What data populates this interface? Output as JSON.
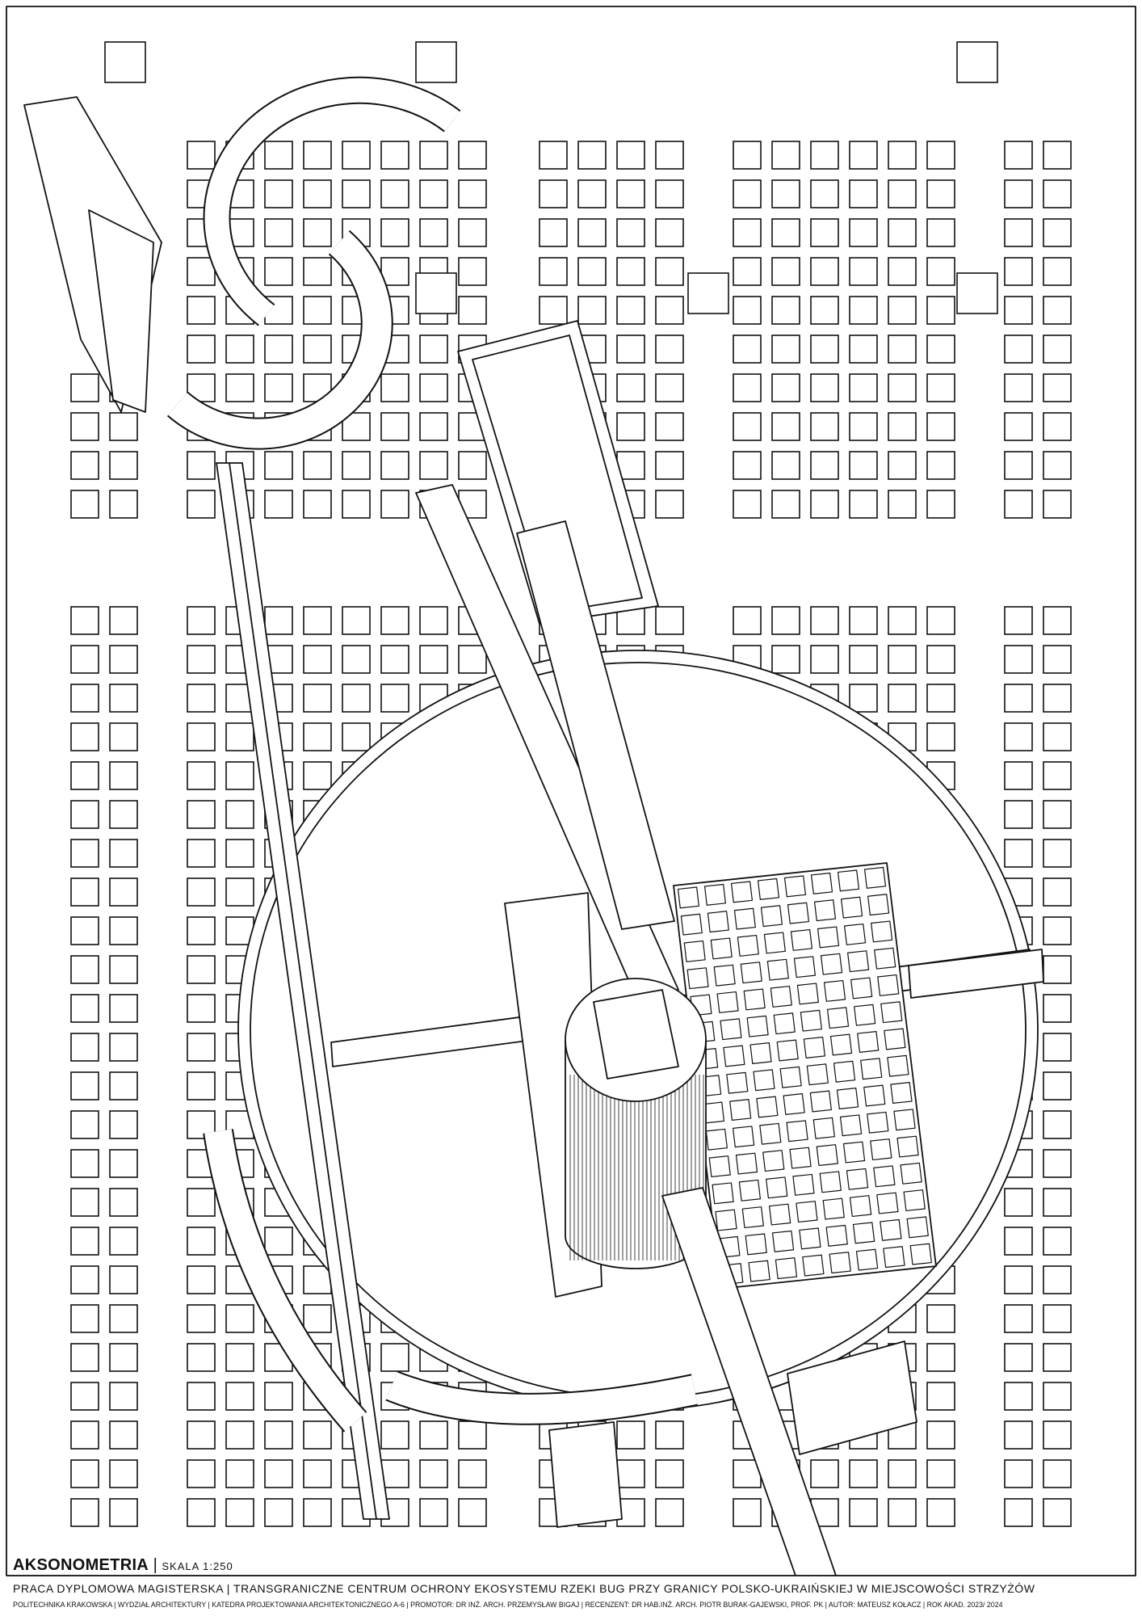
{
  "title": {
    "main": "AKSONOMETRIA",
    "separator": "|",
    "scale": "SKALA 1:250"
  },
  "footer": {
    "line1": "PRACA DYPLOMOWA MAGISTERSKA | TRANSGRANICZNE CENTRUM OCHRONY EKOSYSTEMU RZEKI BUG PRZY GRANICY POLSKO-UKRAIŃSKIEJ W MIEJSCOWOŚCI STRZYŻÓW",
    "line2": "POLITECHNIKA KRAKOWSKA | WYDZIAŁ ARCHITEKTURY | KATEDRA PROJEKTOWANIA ARCHITEKTONICZNEGO A-6 | PROMOTOR: DR INŻ. ARCH. PRZEMYSŁAW BIGAJ | RECENZENT: DR HAB.INŻ. ARCH. PIOTR BURAK-GAJEWSKI, PROF. PK | AUTOR: MATEUSZ KOŁACZ | ROK AKAD. 2023/ 2024"
  },
  "colors": {
    "line": "#111111",
    "paper": "#ffffff"
  }
}
